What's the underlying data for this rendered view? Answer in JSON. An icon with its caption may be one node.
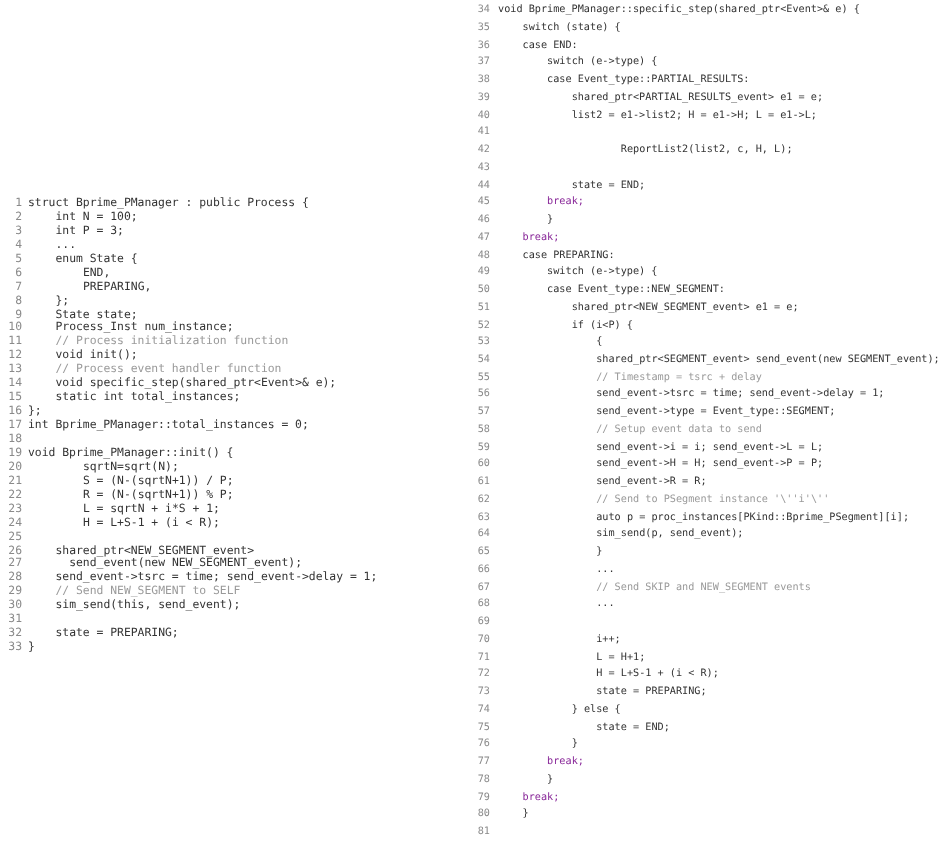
{
  "diagram": {
    "labels": [
      "1",
      "struct Bprime_PManager : public Process {",
      "2",
      "int N = 100;",
      "3",
      "int P = 3;",
      "4",
      "...",
      "5",
      "enum State {",
      "6",
      "END,",
      "7",
      "PREPARING,",
      "8",
      "};",
      "9",
      "State state;",
      "10",
      "Process_Inst num_instance;",
      "11",
      "// Process initialization function",
      "12",
      "void init();",
      "13",
      "// Process event handler function",
      "14",
      "void specific_step(shared_ptr<Event>& e);",
      "15",
      "static int total_instances;",
      "16",
      "};",
      "17",
      "int Bprime_PManager::total_instances = 0;",
      "18",
      "19",
      "void Bprime_PManager::init() {",
      "20",
      "sqrtN=sqrt(N);",
      "21",
      "S = (N-(sqrtN+1)) / P;",
      "22",
      "R = (N-(sqrtN+1)) % P;",
      "23",
      "L = sqrtN + i*S + 1;",
      "24",
      "H = L+S-1 + (i < R);",
      "25",
      "26",
      "shared_ptr<NEW_SEGMENT_event>",
      "27",
      "send_event(new NEW_SEGMENT_event);",
      "28",
      "send_event->tsrc = time; send_event->delay = 1;",
      "29",
      "// Send NEW_SEGMENT to SELF",
      "30",
      "sim_send(this, send_event);",
      "31",
      "32",
      "state = PREPARING;",
      "33",
      "}",
      "34",
      "void Bprime_PManager::specific_step(shared_ptr<Event>& e) {",
      "35",
      "switch (state) {",
      "36",
      "case END:",
      "37",
      "switch (e->type) {",
      "38",
      "case Event_type::PARTIAL_RESULTS:",
      "39",
      "shared_ptr<PARTIAL_RESULTS_event> e1 = e;",
      "40",
      "list2 = e1->list2; H = e1->H; L = e1->L;",
      "41",
      "42",
      "ReportList2(list2, c, H, L);",
      "43",
      "44",
      "state = END;",
      "45",
      "break;",
      "46",
      "}",
      "47",
      "break;",
      "48",
      "case PREPARING:",
      "49",
      "switch (e->type) {",
      "50",
      "case Event_type::NEW_SEGMENT:",
      "51",
      "shared_ptr<NEW_SEGMENT_event> e1 = e;",
      "52",
      "if (i<P) {",
      "53",
      "{",
      "54",
      "shared_ptr<SEGMENT_event> send_event(new SEGMENT_event);",
      "55",
      "// Timestamp = tsrc + delay",
      "56",
      "send_event->tsrc = time; send_event->delay = 1;",
      "57",
      "send_event->type = Event_type::SEGMENT;",
      "58",
      "// Setup event data to send",
      "59",
      "send_event->i = i; send_event->L = L;",
      "60",
      "send_event->H = H; send_event->P = P;",
      "61",
      "send_event->R = R;",
      "62",
      "// Send to PSegment instance '\\''i'\\''",
      "63",
      "auto p = proc_instances[PKind::Bprime_PSegment][i];",
      "64",
      "sim_send(p, send_event);",
      "65",
      "}",
      "66",
      "...",
      "67",
      "// Send SKIP and NEW_SEGMENT events",
      "68",
      "...",
      "69",
      "70",
      "i++;",
      "71",
      "L = H+1;",
      "72",
      "H = L+S-1 + (i < R);",
      "73",
      "state = PREPARING;",
      "74",
      "} else {",
      "75",
      "state = END;",
      "76",
      "}",
      "77",
      "break;",
      "78",
      "}",
      "79",
      "break;",
      "80",
      "}",
      "81"
    ]
  }
}
